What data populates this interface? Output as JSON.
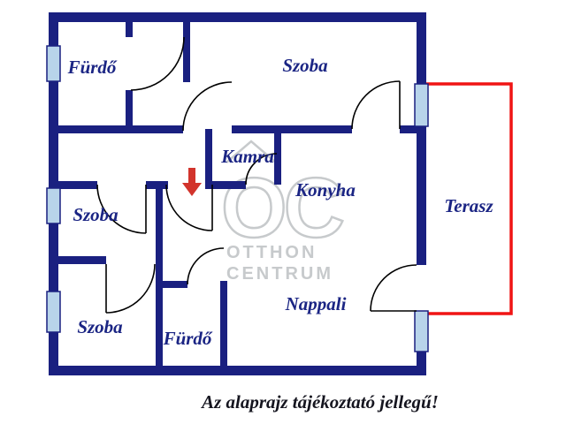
{
  "page": {
    "background": "#ffffff"
  },
  "colors": {
    "wall": "#1a2080",
    "window_glass": "#b8d4ea",
    "terrace_outline": "#f01414",
    "door_line": "#000000",
    "room_label": "#1b2584",
    "watermark": "#c7cacc",
    "entrance_arrow": "#d2342c",
    "caption_text": "#15151f"
  },
  "rooms": {
    "furdo_top": "Fürdő",
    "szoba_top": "Szoba",
    "kamra": "Kamra",
    "konyha": "Konyha",
    "terasz": "Terasz",
    "szoba_mid": "Szoba",
    "szoba_bottom": "Szoba",
    "furdo_bottom": "Fürdő",
    "nappali": "Nappali"
  },
  "watermark": {
    "logo": "OC",
    "line1": "OTTHON",
    "line2": "CENTRUM"
  },
  "caption": "Az alaprajz tájékoztató jellegű!"
}
